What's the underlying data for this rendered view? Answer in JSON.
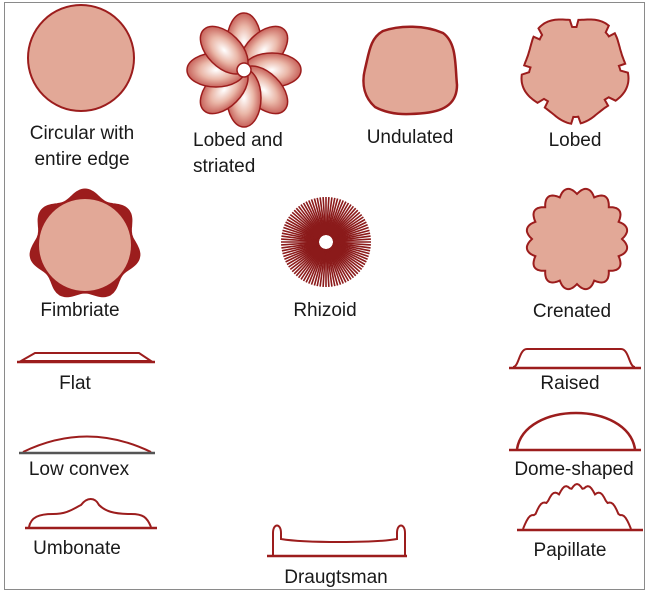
{
  "colors": {
    "fill": "#e2a897",
    "stroke": "#9c1d1d",
    "rhizoid": "#8b1a1a",
    "base": "#555555",
    "frame": "#8a8a8a"
  },
  "labels": {
    "circular": "Circular with entire edge",
    "lobed_striated": "Lobed and striated",
    "undulated": "Undulated",
    "lobed": "Lobed",
    "fimbriate": "Fimbriate",
    "rhizoid": "Rhizoid",
    "crenated": "Crenated",
    "flat": "Flat",
    "raised": "Raised",
    "low_convex": "Low convex",
    "dome_shaped": "Dome-shaped",
    "umbonate": "Umbonate",
    "draugtsman": "Draugtsman",
    "papillate": "Papillate"
  }
}
